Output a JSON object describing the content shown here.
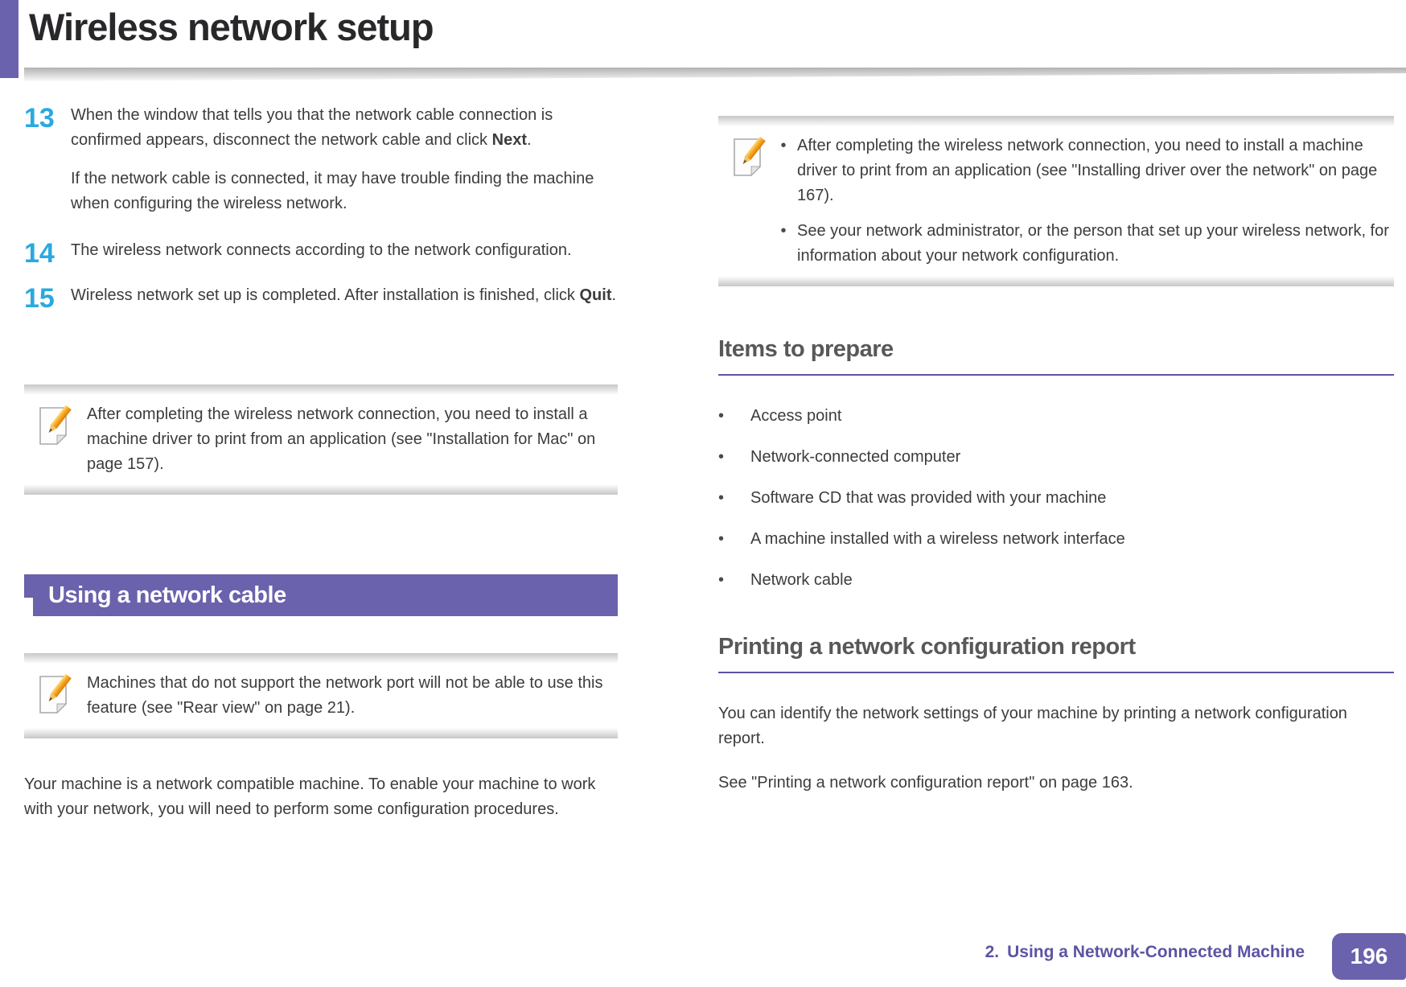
{
  "ui": {
    "bullet": "•"
  },
  "header": {
    "title": "Wireless network setup"
  },
  "left": {
    "step13": {
      "number": "13",
      "p1_pre": "When the window that tells you that the network cable connection is confirmed appears, disconnect the network cable and click ",
      "p1_bold": "Next",
      "p1_post": ".",
      "p2": "If the network cable is connected, it may have trouble finding the machine when configuring the wireless network."
    },
    "step14": {
      "number": "14",
      "text": "The wireless network connects according to the network configuration."
    },
    "step15": {
      "number": "15",
      "pre": "Wireless network set up is completed. After installation is finished, click ",
      "bold": "Quit",
      "post": "."
    },
    "note1": "After completing the wireless network connection, you need to install a machine driver to print from an application (see \"Installation for Mac\" on page 157).",
    "banner": "Using a network cable",
    "note2": "Machines that do not support the network port will not be able to use this feature (see \"Rear view\" on page 21).",
    "paragraph": "Your machine is a network compatible machine. To enable your machine to work with your network, you will need to perform some configuration procedures."
  },
  "right": {
    "note_bullets": [
      "After completing the wireless network connection, you need to install a machine driver to print from an application (see \"Installing driver over the network\" on page 167).",
      "See your network administrator, or the person that set up your wireless network, for information about your network configuration."
    ],
    "items_heading": "Items to prepare",
    "items": [
      "Access point",
      "Network-connected computer",
      "Software CD that was provided with your machine",
      "A machine installed with a wireless network interface",
      "Network cable"
    ],
    "printing_heading": "Printing a network configuration report",
    "printing_p1": "You can identify the network settings of your machine by printing a network configuration report.",
    "printing_p2": "See \"Printing a network configuration report\" on page 163."
  },
  "footer": {
    "chapter_number": "2.",
    "chapter_title": "Using a Network-Connected Machine",
    "page_number": "196"
  },
  "colors": {
    "purple": "#6a62ac",
    "footer_purple": "#5b54a4",
    "step_number_cyan": "#2aa9e0",
    "body_text": "#3c3c3e",
    "heading_gray": "#58585a",
    "note_edge_gray": "#c7c7c7"
  }
}
